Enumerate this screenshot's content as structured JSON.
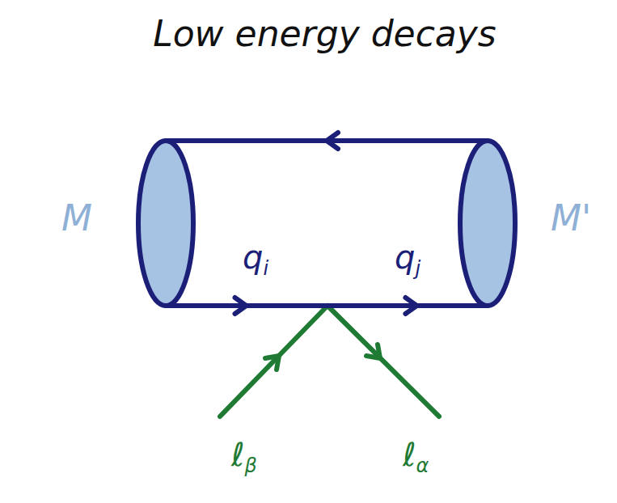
{
  "diagram": {
    "title": "Low energy decays",
    "nodes": [
      {
        "text": [
          "M"
        ]
      },
      {
        "text": [
          "M'"
        ]
      }
    ],
    "edges": [
      {
        "from": 1,
        "to": 0,
        "arrow": "to"
      },
      {
        "from": 0,
        "to": 1,
        "arrow": "to"
      }
    ],
    "labels": [
      "qi",
      "qj",
      "ℓβ",
      "ℓα"
    ]
  }
}
